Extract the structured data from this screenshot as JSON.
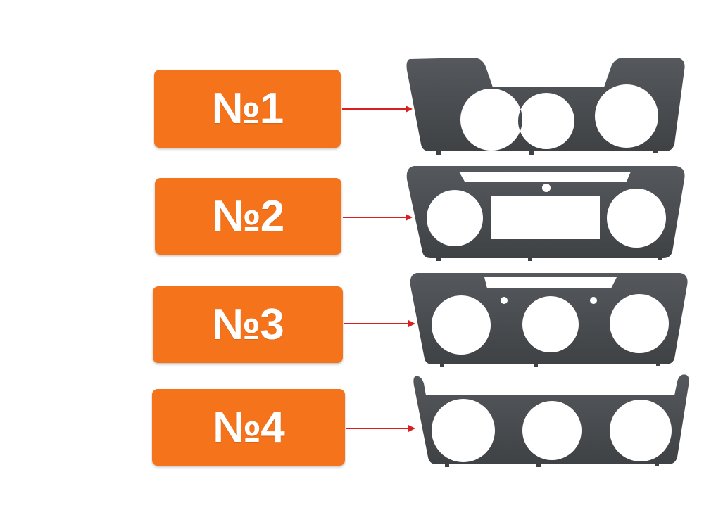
{
  "variants": [
    {
      "label": "№1",
      "panel": "panel-two-large-one-small-dial"
    },
    {
      "label": "№2",
      "panel": "panel-display-window"
    },
    {
      "label": "№3",
      "panel": "panel-three-dial-with-slot"
    },
    {
      "label": "№4",
      "panel": "panel-three-dial-open-top"
    }
  ],
  "colors": {
    "label_bg": "#f5731a",
    "label_text": "#ffffff",
    "panel": "#4a4d50",
    "arrow": "#d92020"
  }
}
